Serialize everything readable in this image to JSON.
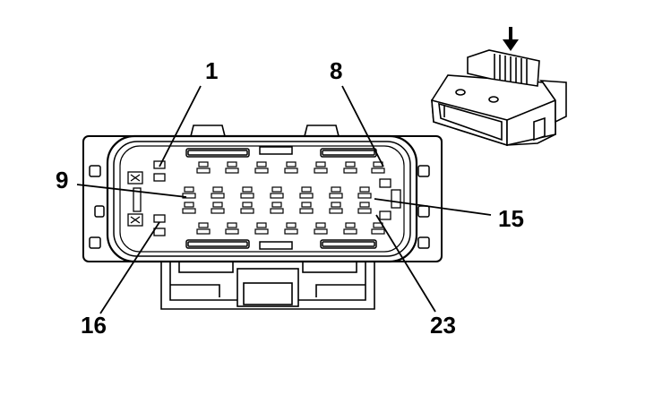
{
  "diagram": {
    "labels": {
      "pin_1": "1",
      "pin_8": "8",
      "pin_9": "9",
      "pin_15": "15",
      "pin_16": "16",
      "pin_23": "23"
    }
  }
}
